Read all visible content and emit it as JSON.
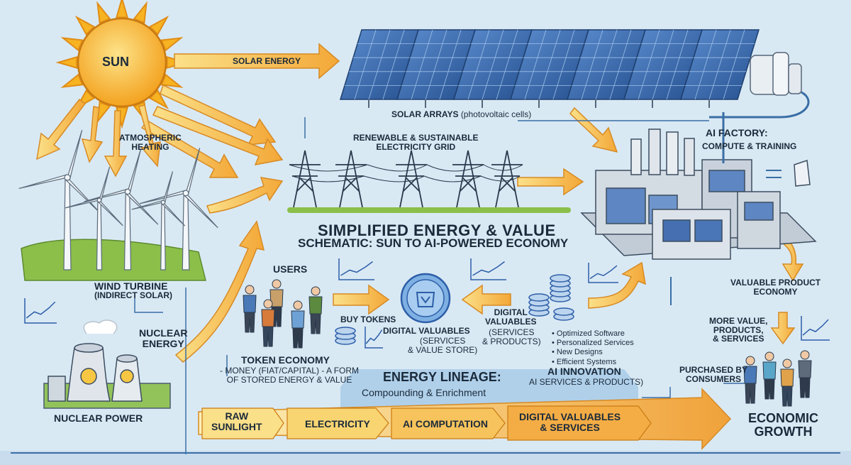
{
  "labels": {
    "sun": "SUN",
    "solar_energy": "SOLAR ENERGY",
    "solar_arrays": "SOLAR ARRAYS",
    "solar_arrays_note": "(photovoltaic cells)",
    "atmospheric_heating": "ATMOSPHERIC\nHEATING",
    "grid": "RENEWABLE & SUSTAINABLE\nELECTRICITY GRID",
    "ai_factory": "AI FACTORY:",
    "ai_factory_sub": "COMPUTE & TRAINING",
    "title_line1": "SIMPLIFIED ENERGY & VALUE",
    "title_line2": "SCHEMATIC: SUN TO AI-POWERED ECONOMY",
    "wind_turbine": "WIND TURBINE",
    "wind_turbine_note": "(INDIRECT SOLAR)",
    "nuclear_energy": "NUCLEAR\nENERGY",
    "nuclear_power": "NUCLEAR POWER",
    "users": "USERS",
    "buy_tokens": "BUY TOKENS",
    "digital_valuables_left": "DIGITAL VALUABLES",
    "digital_valuables_left_note": "(SERVICES\n& VALUE STORE)",
    "digital_valuables_right": "DIGITAL\nVALUABLES",
    "digital_valuables_right_note": "(SERVICES\n& PRODUCTS)",
    "valuable_product_economy": "VALUABLE PRODUCT\nECONOMY",
    "more_value": "MORE VALUE,\nPRODUCTS,\n& SERVICES",
    "token_economy": "TOKEN ECONOMY",
    "token_economy_note": "- MONEY (FIAT/CAPITAL) - A FORM\nOF STORED ENERGY & VALUE",
    "energy_lineage": "ENERGY LINEAGE:",
    "energy_lineage_sub": "Compounding & Enrichment",
    "ai_innovation": "AI INNOVATION",
    "ai_innovation_sub": "AI SERVICES & PRODUCTS)",
    "purchased_by": "PURCHASED BY\nCONSUMERS",
    "economic_growth": "ECONOMIC\nGROWTH"
  },
  "innovation_bullets": [
    "Optimized Software",
    "Personalized Services",
    "New Designs",
    "Efficient Systems"
  ],
  "lineage_steps": [
    "RAW\nSUNLIGHT",
    "ELECTRICITY",
    "AI COMPUTATION",
    "DIGITAL VALUABLES\n& SERVICES"
  ],
  "colors": {
    "background": "#d7e8f3",
    "arrow_yellow": "#f7c744",
    "arrow_orange": "#f2a23a",
    "sun": "#f7b322",
    "panel_blue": "#2d5ea8",
    "ink": "#1b2a3a",
    "grass": "#8bbf4a"
  }
}
